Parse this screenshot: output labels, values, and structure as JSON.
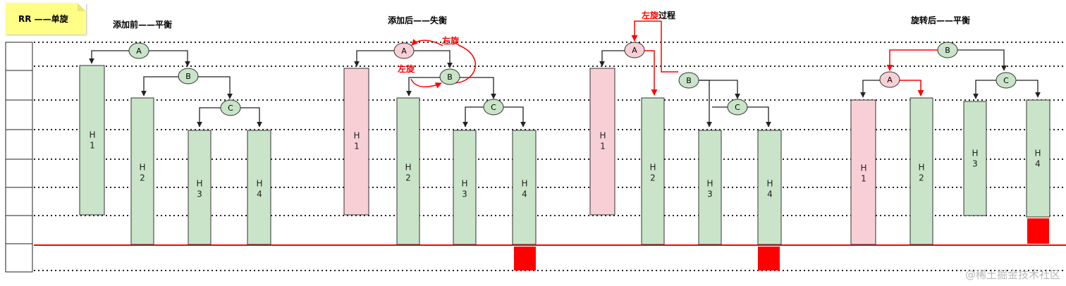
{
  "note": {
    "label": "RR ——单旋"
  },
  "panels": [
    {
      "title": "添加前——平衡",
      "nodes": {
        "A": "A",
        "B": "B",
        "C": "C"
      },
      "bars": {
        "H1": "H 1",
        "H2": "H 2",
        "H3": "H 3",
        "H4": "H 4"
      }
    },
    {
      "title": "添加后——失衡",
      "nodes": {
        "A": "A",
        "B": "B",
        "C": "C"
      },
      "bars": {
        "H1": "H 1",
        "H2": "H 2",
        "H3": "H 3",
        "H4": "H 4"
      },
      "annotations": {
        "rotate_top": "左旋",
        "rotate_bottom": "左旋"
      }
    },
    {
      "title_accent": "左旋",
      "title_rest": "过程",
      "nodes": {
        "A": "A",
        "B": "B",
        "C": "C"
      },
      "bars": {
        "H1": "H 1",
        "H2": "H 2",
        "H3": "H 3",
        "H4": "H 4"
      }
    },
    {
      "title": "旋转后——平衡",
      "nodes": {
        "A": "A",
        "B": "B",
        "C": "C"
      },
      "bars": {
        "H1": "H 1",
        "H2": "H 2",
        "H3": "H 3",
        "H4": "H 4"
      }
    }
  ],
  "watermark": "@稀土掘金技术社区",
  "colors": {
    "green_fill": "#c9e4c8",
    "pink_fill": "#f9cfd6",
    "red": "#ff0000",
    "note_yellow": "#ffff88"
  }
}
